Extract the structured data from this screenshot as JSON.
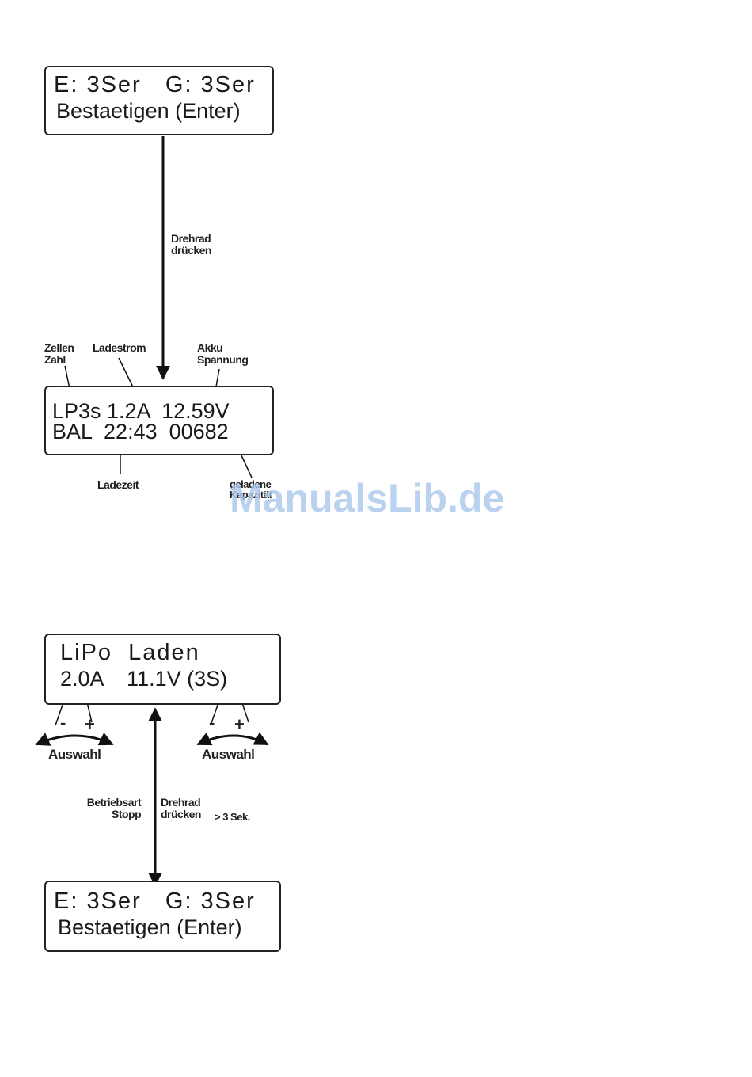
{
  "screen_confirm_top": {
    "line1": "E: 3Ser   G: 3Ser",
    "line2": "Bestaetigen (Enter)"
  },
  "press_label": {
    "line1": "Drehrad",
    "line2": "drücken"
  },
  "screen_charging": {
    "line1": "LP3s 1.2A  12.59V",
    "line2": "BAL  22:43  00682"
  },
  "callouts": {
    "cells_line1": "Zellen",
    "cells_line2": "Zahl",
    "current": "Ladestrom",
    "voltage_line1": "Akku",
    "voltage_line2": "Spannung",
    "time": "Ladezeit",
    "capacity_line1": "geladene",
    "capacity_line2": "Kapazität"
  },
  "screen_lipo": {
    "line1": "LiPo  Laden",
    "line2": "2.0A    11.1V (3S)"
  },
  "selectors": {
    "left_minus": "-",
    "left_plus": "+",
    "left_label": "Auswahl",
    "right_minus": "-",
    "right_plus": "+",
    "right_label": "Auswahl"
  },
  "mode_stop": {
    "line1": "Betriebsart",
    "line2": "Stopp"
  },
  "press_label_2": {
    "line1": "Drehrad",
    "line2": "drücken",
    "duration": "> 3 Sek."
  },
  "screen_confirm_bottom": {
    "line1": "E: 3Ser   G: 3Ser",
    "line2": "Bestaetigen (Enter)"
  },
  "watermark": "ManualsLib.de"
}
